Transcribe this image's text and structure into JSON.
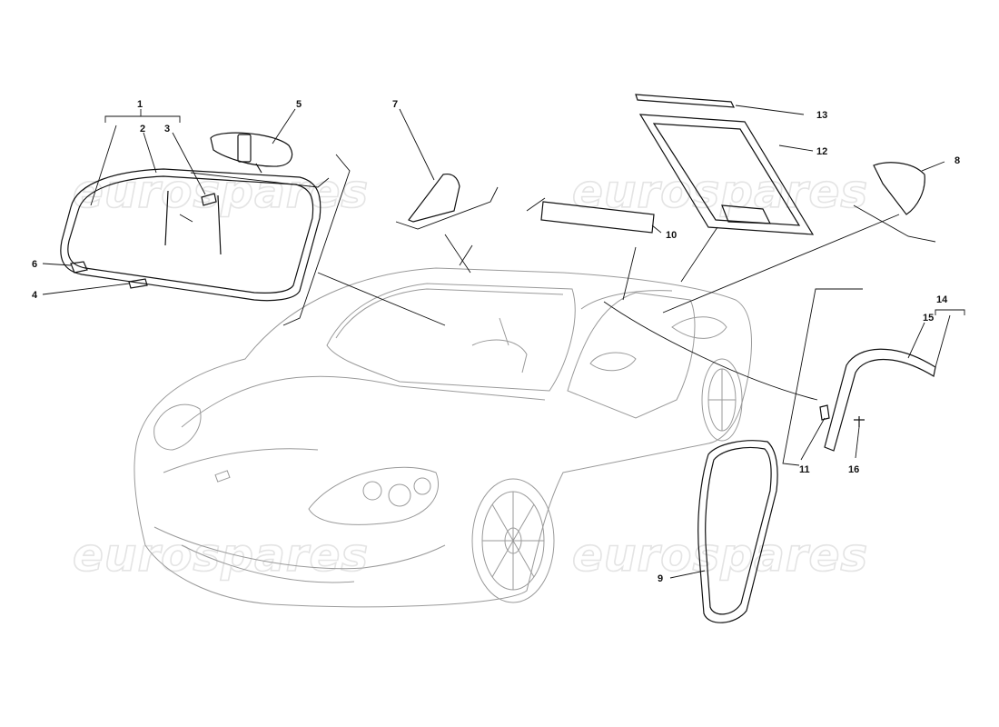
{
  "watermark": {
    "text": "eurospares"
  },
  "callouts": {
    "c1": "1",
    "c2": "2",
    "c3": "3",
    "c4": "4",
    "c5": "5",
    "c6": "6",
    "c7": "7",
    "c8": "8",
    "c9": "9",
    "c10": "10",
    "c11": "11",
    "c12": "12",
    "c13": "13",
    "c14": "14",
    "c15": "15",
    "c16": "16"
  }
}
